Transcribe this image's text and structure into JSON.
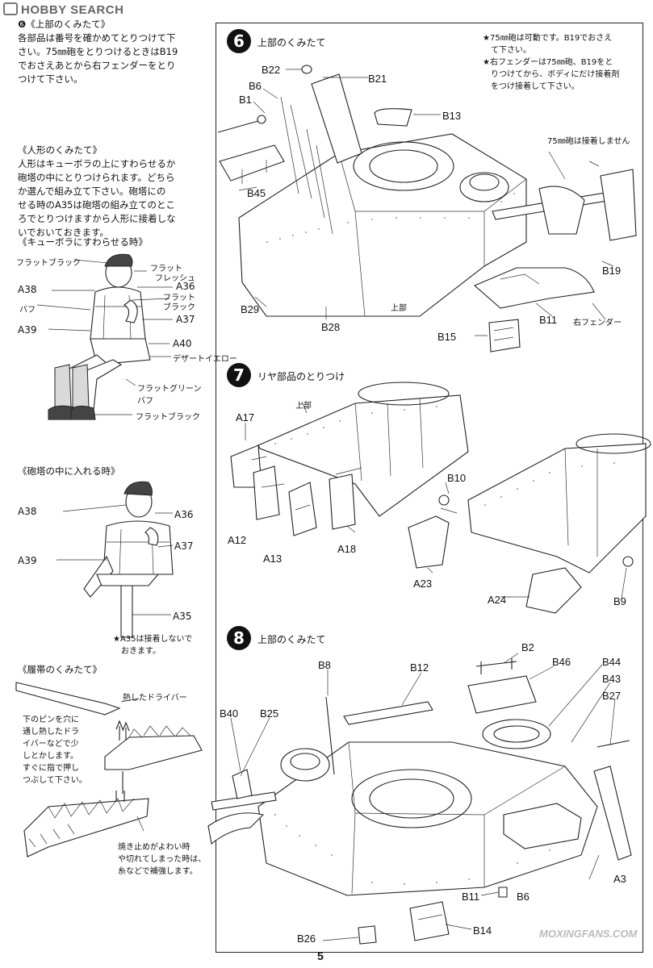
{
  "header": {
    "logo": "HOBBY SEARCH"
  },
  "page_number": "5",
  "watermark": "MOXINGFANS.COM",
  "left": {
    "upper_notes": {
      "lines": [
        "❻《上部のくみたて》",
        "各部品は番号を確かめてとりつけて下",
        "さい。75㎜砲をとりつけるときはB19",
        "でおさえあとから右フェンダーをとり",
        "つけて下さい。"
      ]
    },
    "figure_notes": {
      "lines": [
        "《人形のくみたて》",
        "人形はキューボラの上にすわらせるか",
        "砲塔の中にとりつけられます。どちら",
        "か選んで組み立て下さい。砲塔にの",
        "せる時のA35は砲塔の組み立てのとこ",
        "ろでとりつけますから人形に接着しな",
        "いでおいておきます。"
      ]
    },
    "figure1": {
      "title": "《キューボラにすわらせる時》",
      "colors": {
        "flat_black_top": "フラットブラック",
        "flat_flesh_1": "フラット",
        "flat_flesh_2": "フレッシュ",
        "flat_black_mid_1": "フラット",
        "flat_black_mid_2": "ブラック",
        "buff": "バフ",
        "desert_yellow": "デザートイエロー",
        "flat_green": "フラットグリーン",
        "buff2": "バフ",
        "flat_black_bottom": "フラットブラック"
      },
      "parts": {
        "a38": "A38",
        "a36": "A36",
        "a39": "A39",
        "a37": "A37",
        "a40": "A40"
      }
    },
    "figure2": {
      "title": "《砲塔の中に入れる時》",
      "parts": {
        "a38": "A38",
        "a36": "A36",
        "a37": "A37",
        "a39": "A39",
        "a35": "A35"
      },
      "note": [
        "★A35は接着しないで",
        "おきます。"
      ]
    },
    "track": {
      "title": "《履帯のくみたて》",
      "hot_driver": "熱したドライバー",
      "pin_note": [
        "下のピンを穴に",
        "通し熱したドラ",
        "イバーなどで少",
        "しとかします。",
        "すぐに指で押し",
        "つぶして下さい。"
      ],
      "weak_note": [
        "焼き止めがよわい時",
        "や切れてしまった時は、",
        "糸などで補強します。"
      ]
    }
  },
  "steps": {
    "s6": {
      "num": "6",
      "title": "上部のくみたて",
      "notes": [
        "★75㎜砲は可動です。B19でおさえ",
        "て下さい。",
        "★右フェンダーは75㎜砲、B19をと",
        "りつけてから、ボディにだけ接着剤",
        "をつけ接着して下さい。"
      ],
      "gun_note": "75㎜砲は接着しません",
      "upper_label": "上部",
      "fender_label": "右フェンダー",
      "callouts": {
        "b22": "B22",
        "b21": "B21",
        "b6": "B6",
        "b1": "B1",
        "b13": "B13",
        "b45": "B45",
        "b19": "B19",
        "b29": "B29",
        "b28": "B28",
        "b11": "B11",
        "b15": "B15"
      }
    },
    "s7": {
      "num": "7",
      "title": "リヤ部品のとりつけ",
      "upper_label": "上部",
      "callouts": {
        "a17": "A17",
        "b10": "B10",
        "a12": "A12",
        "a13": "A13",
        "a18": "A18",
        "a23": "A23",
        "a24": "A24",
        "b9": "B9"
      }
    },
    "s8": {
      "num": "8",
      "title": "上部のくみたて",
      "callouts": {
        "b2": "B2",
        "b8": "B8",
        "b12": "B12",
        "b46": "B46",
        "b44": "B44",
        "b43": "B43",
        "b27": "B27",
        "b40": "B40",
        "b25": "B25",
        "b11": "B11",
        "b6": "B6",
        "a3": "A3",
        "b26": "B26",
        "b14": "B14"
      }
    }
  }
}
